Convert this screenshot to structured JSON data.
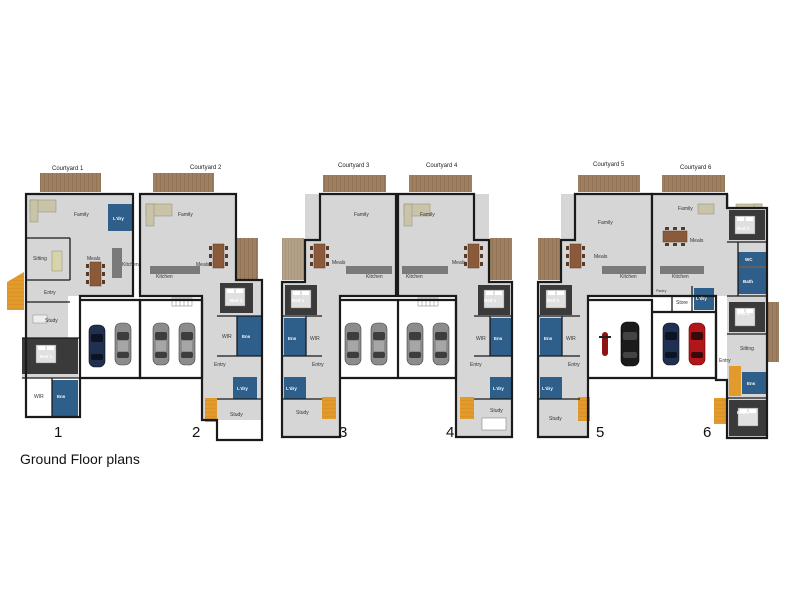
{
  "caption": "Ground Floor plans",
  "units": [
    {
      "number": "1",
      "courtyard": "Courtyard 1",
      "rooms": {
        "family": "Family",
        "laundry": "L'dry",
        "sitting": "Sitting",
        "meals": "Meals",
        "kitchen": "Kitchen",
        "entry": "Entry",
        "study": "Study",
        "bed": "Bed 1",
        "wir": "WIR",
        "ens": "Ens"
      }
    },
    {
      "number": "2",
      "courtyard": "Courtyard 2",
      "rooms": {
        "family": "Family",
        "meals": "Meals",
        "kitchen": "Kitchen",
        "bed": "Bed 1",
        "wir": "WIR",
        "ens": "Ens",
        "entry": "Entry",
        "laundry": "L'dry",
        "study": "Study"
      }
    },
    {
      "number": "3",
      "courtyard": "Courtyard 3",
      "rooms": {
        "family": "Family",
        "meals": "Meals",
        "kitchen": "Kitchen",
        "bed": "Bed 1",
        "ens": "Ens",
        "wir": "WIR",
        "entry": "Entry",
        "laundry": "L'dry",
        "study": "Study"
      }
    },
    {
      "number": "4",
      "courtyard": "Courtyard 4",
      "rooms": {
        "family": "Family",
        "meals": "Meals",
        "kitchen": "Kitchen",
        "bed": "Bed 1",
        "wir": "WIR",
        "ens": "Ens",
        "entry": "Entry",
        "laundry": "L'dry",
        "study": "Study"
      }
    },
    {
      "number": "5",
      "courtyard": "Courtyard 5",
      "rooms": {
        "family": "Family",
        "meals": "Meals",
        "kitchen": "Kitchen",
        "bed": "Bed 1",
        "ens": "Ens",
        "wir": "WIR",
        "entry": "Entry",
        "laundry": "L'dry",
        "study": "Study"
      }
    },
    {
      "number": "6",
      "courtyard": "Courtyard 6",
      "rooms": {
        "family": "Family",
        "meals": "Meals",
        "kitchen": "Kitchen",
        "pantry": "Pantry",
        "store": "Store",
        "laundry": "L'dry",
        "bed2": "Bed 2",
        "wc": "WC",
        "bath": "Bath",
        "bed3": "Bed 3",
        "sitting": "Sitting",
        "entry": "Entry",
        "ens": "Ens",
        "bed1": "Bed 1"
      }
    }
  ],
  "colors": {
    "wall": "#1a1a1a",
    "floor": "#d6d6d6",
    "deck": "#9e8060",
    "wet_area": "#2e5f8a",
    "bedroom": "#3a3a3a",
    "entry_tile": "#e39a2d"
  }
}
